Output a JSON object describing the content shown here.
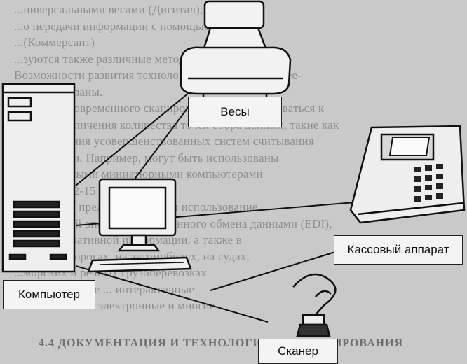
{
  "diagram": {
    "labels": {
      "scales": "Весы",
      "cash_register": "Кассовый аппарат",
      "computer": "Компьютер",
      "scanner": "Сканер"
    },
    "background_text": [
      "...ниверсальными весами (Дигитал), вы-",
      "...о передачи информации с помощью датчи-",
      "...(Коммерсант)",
      "...зуются также различные методики",
      "Возможности развития технологии кодирования далее-",
      "ко не исчерпаны.",
      "• Система современного сканирования может развиваться к",
      "не пути увеличения количества точек сбора данных, такие как",
      "использования усовершенствованных систем считывания",
      "информации. Например, могут быть использованы",
      "со встроенными миниатюрными компьютерами",
      "сканер до 12-15 метров.",
      "Кроме того, предусматривается использование",
      "для кассовой операции электронного обмена данными (EDI),",
      "систем оперативной информации, а также в",
      "железных дорогах, на автомобилях, на судах,",
      "...морских и речных грузоперевозках",
      "...использование ... интерактивные",
      "возможности ... электронные и многие"
    ],
    "background_heading": "4.4 ДОКУМЕНТАЦИЯ И ТЕХНОЛОГИЯ ЕЕ ФОРМИРОВАНИЯ"
  }
}
